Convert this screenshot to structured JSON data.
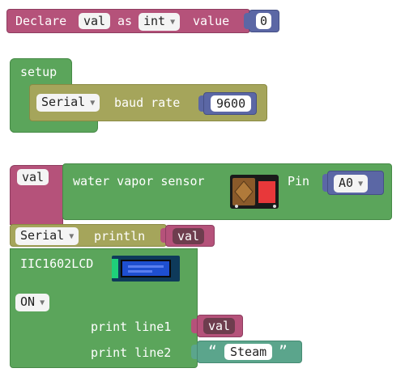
{
  "declare": {
    "keyword": "Declare",
    "var": "val",
    "as_label": "as",
    "type": "int",
    "value_label": "value",
    "value": "0"
  },
  "setup": {
    "label": "setup",
    "serial": "Serial",
    "baud_label": "baud rate",
    "baud_value": "9600"
  },
  "sensor": {
    "var": "val",
    "label": "water vapor sensor",
    "pin_label": "Pin",
    "pin": "A0"
  },
  "println": {
    "serial": "Serial",
    "label": "println",
    "value": "val"
  },
  "lcd": {
    "label": "IIC1602LCD",
    "state": "ON",
    "line1_label": "print line1",
    "line1_value": "val",
    "line2_label": "print line2",
    "line2_value": "Steam",
    "open_quote": "“",
    "close_quote": "”"
  },
  "colors": {
    "variable": "#b5527a",
    "math": "#5b67a5",
    "setup": "#5ba55b",
    "serial": "#a5a55b",
    "text": "#5ba58c"
  }
}
